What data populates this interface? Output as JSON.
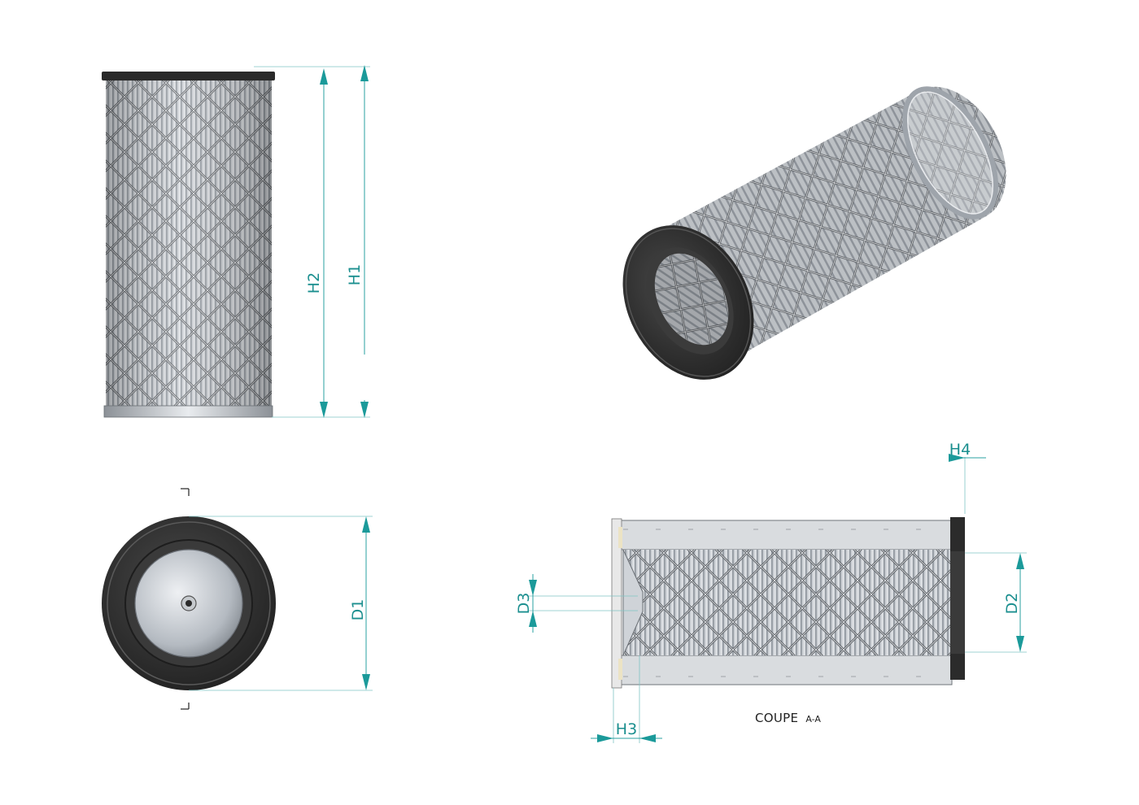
{
  "colors": {
    "dimension": "#1b8f8f",
    "rubber": "#2b2b2b",
    "mesh": "#5f6368",
    "media": "#c9cdd2",
    "metal": "#b8bcc2"
  },
  "dimensions": {
    "h1": "H1",
    "h2": "H2",
    "h3": "H3",
    "h4": "H4",
    "d1": "D1",
    "d2": "D2",
    "d3": "D3"
  },
  "section": {
    "caption": "COUPE",
    "caption_suffix": "A-A"
  },
  "views": {
    "front": {
      "icon": "filter-side-view-icon"
    },
    "end": {
      "icon": "filter-end-view-icon"
    },
    "iso": {
      "icon": "filter-isometric-view-icon"
    },
    "section": {
      "icon": "filter-cross-section-icon"
    }
  }
}
